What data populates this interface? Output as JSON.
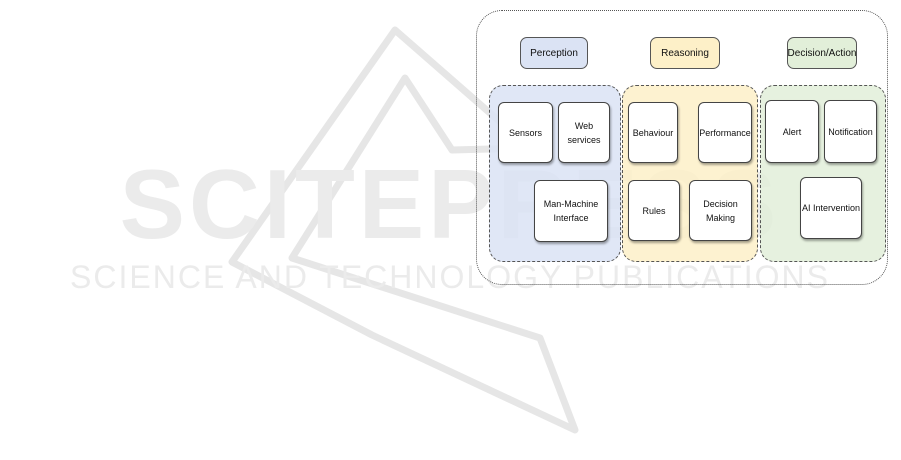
{
  "watermark": {
    "main_text": "SCITEPRESS",
    "sub_text": "SCIENCE AND TECHNOLOGY PUBLICATIONS"
  },
  "colors": {
    "perception_fill": "#dbe3f4",
    "reasoning_fill": "#fdf0c8",
    "decision_fill": "#e2efd9",
    "watermark": "#e8e8e8"
  },
  "diagram": {
    "headers": {
      "perception": "Perception",
      "reasoning": "Reasoning",
      "decision": "Decision/Action"
    },
    "perception": {
      "sensors": "Sensors",
      "web_services": "Web services",
      "mmi_line1": "Man-Machine",
      "mmi_line2": "Interface"
    },
    "reasoning": {
      "behaviour": "Behaviour",
      "performance": "Performance",
      "rules": "Rules",
      "decision_making": "Decision Making"
    },
    "decision": {
      "alert": "Alert",
      "notification": "Notification",
      "ai_intervention": "AI Intervention"
    }
  }
}
